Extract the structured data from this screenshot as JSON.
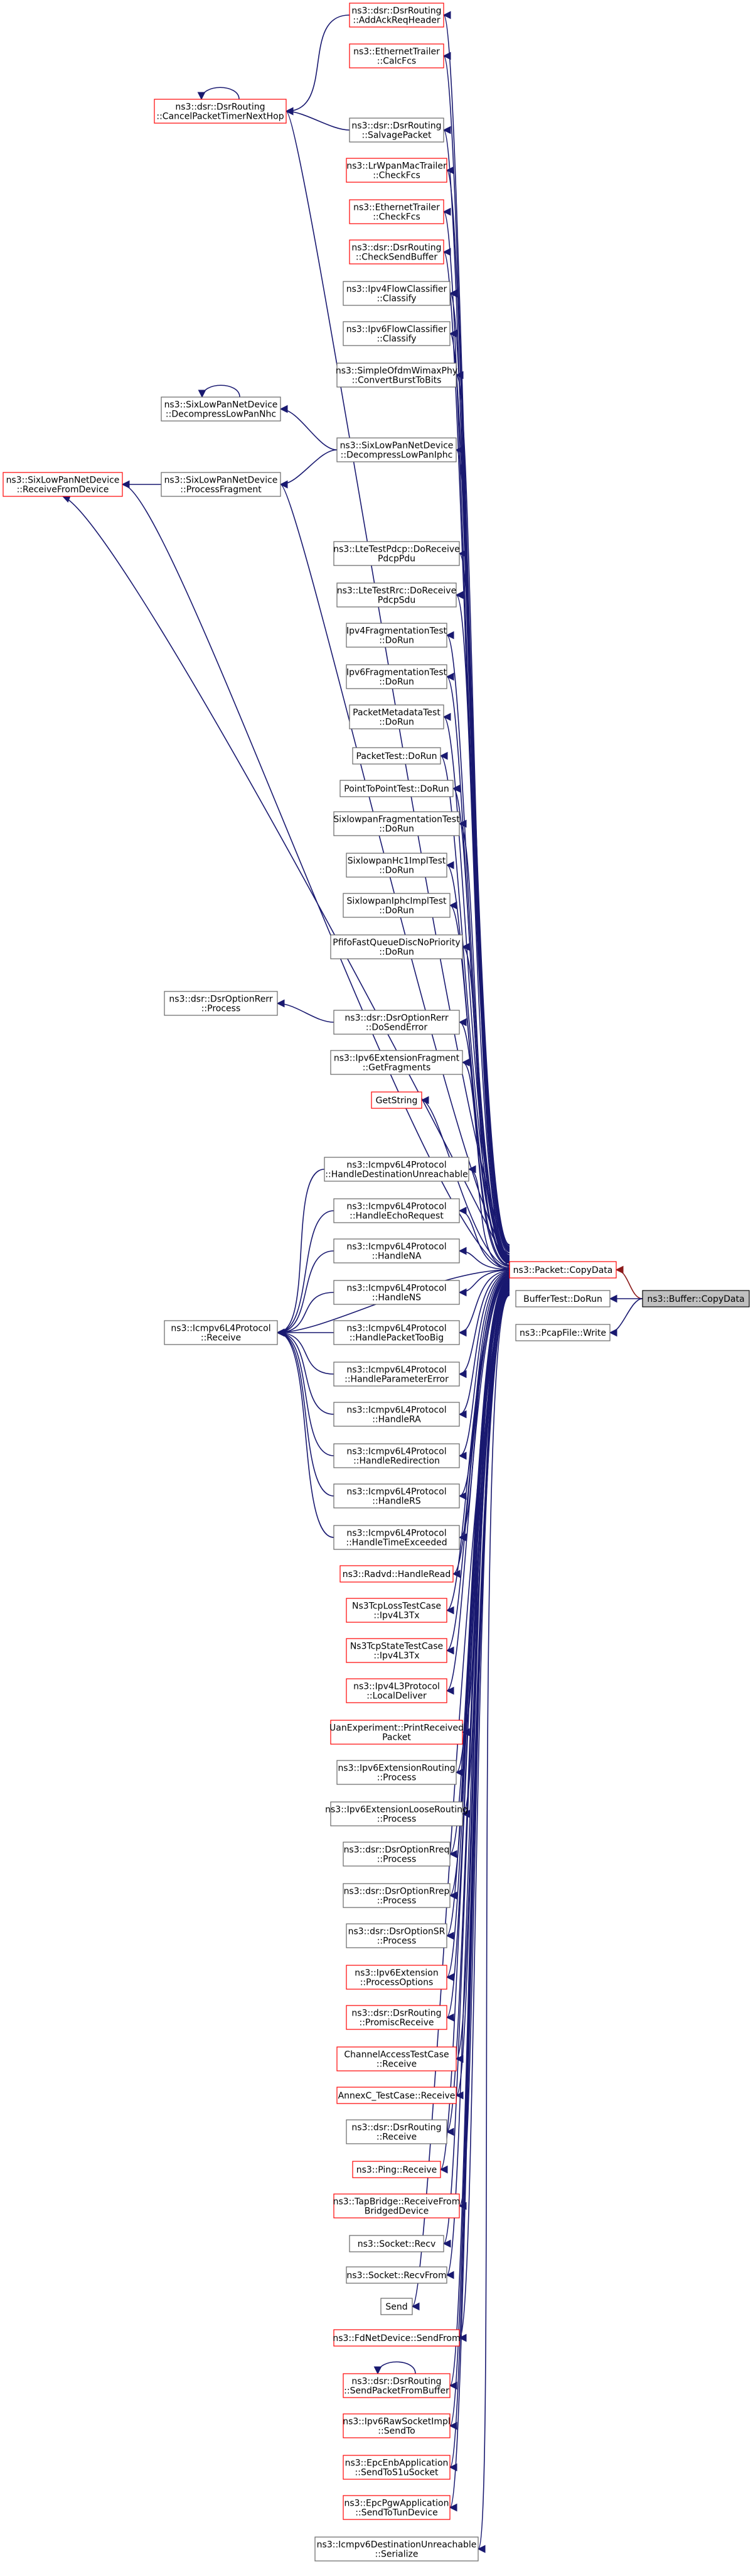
{
  "colors": {
    "edge": "#191970",
    "edge_red": "#8b1a1a",
    "border_default": "#666666",
    "border_red": "#ff0000",
    "highlight_fill": "#bfbfbf"
  },
  "nodes": {
    "n1": {
      "lines": [
        "ns3::dsr::DsrRouting",
        "::AddAckReqHeader"
      ],
      "style": "red"
    },
    "n2": {
      "lines": [
        "ns3::EthernetTrailer",
        "::CalcFcs"
      ],
      "style": "red"
    },
    "n3": {
      "lines": [
        "ns3::dsr::DsrRouting",
        "::CancelPacketTimerNextHop"
      ],
      "style": "red"
    },
    "n4": {
      "lines": [
        "ns3::dsr::DsrRouting",
        "::SalvagePacket"
      ],
      "style": "default"
    },
    "n5": {
      "lines": [
        "ns3::LrWpanMacTrailer",
        "::CheckFcs"
      ],
      "style": "red"
    },
    "n6": {
      "lines": [
        "ns3::EthernetTrailer",
        "::CheckFcs"
      ],
      "style": "red"
    },
    "n7": {
      "lines": [
        "ns3::dsr::DsrRouting",
        "::CheckSendBuffer"
      ],
      "style": "red"
    },
    "n8": {
      "lines": [
        "ns3::Ipv4FlowClassifier",
        "::Classify"
      ],
      "style": "default"
    },
    "n9": {
      "lines": [
        "ns3::Ipv6FlowClassifier",
        "::Classify"
      ],
      "style": "default"
    },
    "n10": {
      "lines": [
        "ns3::SimpleOfdmWimaxPhy",
        "::ConvertBurstToBits"
      ],
      "style": "default"
    },
    "n11": {
      "lines": [
        "ns3::SixLowPanNetDevice",
        "::DecompressLowPanNhc"
      ],
      "style": "default"
    },
    "n12": {
      "lines": [
        "ns3::SixLowPanNetDevice",
        "::DecompressLowPanIphc"
      ],
      "style": "default"
    },
    "n13": {
      "lines": [
        "ns3::SixLowPanNetDevice",
        "::ReceiveFromDevice"
      ],
      "style": "red"
    },
    "n14": {
      "lines": [
        "ns3::SixLowPanNetDevice",
        "::ProcessFragment"
      ],
      "style": "default"
    },
    "n15": {
      "lines": [
        "ns3::LteTestPdcp::DoReceive",
        "PdcpPdu"
      ],
      "style": "default"
    },
    "n16": {
      "lines": [
        "ns3::LteTestRrc::DoReceive",
        "PdcpSdu"
      ],
      "style": "default"
    },
    "n17": {
      "lines": [
        "Ipv4FragmentationTest",
        "::DoRun"
      ],
      "style": "default"
    },
    "n18": {
      "lines": [
        "Ipv6FragmentationTest",
        "::DoRun"
      ],
      "style": "default"
    },
    "n19": {
      "lines": [
        "PacketMetadataTest",
        "::DoRun"
      ],
      "style": "default"
    },
    "n20": {
      "lines": [
        "PacketTest::DoRun"
      ],
      "style": "default"
    },
    "n21": {
      "lines": [
        "PointToPointTest::DoRun"
      ],
      "style": "default"
    },
    "n22": {
      "lines": [
        "SixlowpanFragmentationTest",
        "::DoRun"
      ],
      "style": "default"
    },
    "n23": {
      "lines": [
        "SixlowpanHc1ImplTest",
        "::DoRun"
      ],
      "style": "default"
    },
    "n24": {
      "lines": [
        "SixlowpanIphcImplTest",
        "::DoRun"
      ],
      "style": "default"
    },
    "n25": {
      "lines": [
        "PfifoFastQueueDiscNoPriority",
        "::DoRun"
      ],
      "style": "default"
    },
    "n26": {
      "lines": [
        "ns3::dsr::DsrOptionRerr",
        "::Process"
      ],
      "style": "default"
    },
    "n27": {
      "lines": [
        "ns3::dsr::DsrOptionRerr",
        "::DoSendError"
      ],
      "style": "default"
    },
    "n28": {
      "lines": [
        "ns3::Ipv6ExtensionFragment",
        "::GetFragments"
      ],
      "style": "default"
    },
    "n29": {
      "lines": [
        "GetString"
      ],
      "style": "red"
    },
    "n30": {
      "lines": [
        "ns3::Icmpv6L4Protocol",
        "::HandleDestinationUnreachable"
      ],
      "style": "default"
    },
    "n31": {
      "lines": [
        "ns3::Icmpv6L4Protocol",
        "::HandleEchoRequest"
      ],
      "style": "default"
    },
    "n32": {
      "lines": [
        "ns3::Icmpv6L4Protocol",
        "::HandleNA"
      ],
      "style": "default"
    },
    "n33": {
      "lines": [
        "ns3::Icmpv6L4Protocol",
        "::HandleNS"
      ],
      "style": "default"
    },
    "n34": {
      "lines": [
        "ns3::Icmpv6L4Protocol",
        "::HandlePacketTooBig"
      ],
      "style": "default"
    },
    "n35": {
      "lines": [
        "ns3::Icmpv6L4Protocol",
        "::HandleParameterError"
      ],
      "style": "default"
    },
    "n36": {
      "lines": [
        "ns3::Icmpv6L4Protocol",
        "::HandleRA"
      ],
      "style": "default"
    },
    "n37": {
      "lines": [
        "ns3::Icmpv6L4Protocol",
        "::HandleRedirection"
      ],
      "style": "default"
    },
    "n38": {
      "lines": [
        "ns3::Icmpv6L4Protocol",
        "::HandleRS"
      ],
      "style": "default"
    },
    "n39": {
      "lines": [
        "ns3::Icmpv6L4Protocol",
        "::HandleTimeExceeded"
      ],
      "style": "default"
    },
    "n40": {
      "lines": [
        "ns3::Icmpv6L4Protocol",
        "::Receive"
      ],
      "style": "default"
    },
    "n41": {
      "lines": [
        "ns3::Radvd::HandleRead"
      ],
      "style": "red"
    },
    "n42": {
      "lines": [
        "Ns3TcpLossTestCase",
        "::Ipv4L3Tx"
      ],
      "style": "red"
    },
    "n43": {
      "lines": [
        "Ns3TcpStateTestCase",
        "::Ipv4L3Tx"
      ],
      "style": "red"
    },
    "n44": {
      "lines": [
        "ns3::Ipv4L3Protocol",
        "::LocalDeliver"
      ],
      "style": "red"
    },
    "n45": {
      "lines": [
        "UanExperiment::PrintReceived",
        "Packet"
      ],
      "style": "red"
    },
    "n46": {
      "lines": [
        "ns3::Ipv6ExtensionRouting",
        "::Process"
      ],
      "style": "default"
    },
    "n47": {
      "lines": [
        "ns3::Ipv6ExtensionLooseRouting",
        "::Process"
      ],
      "style": "default"
    },
    "n48": {
      "lines": [
        "ns3::dsr::DsrOptionRreq",
        "::Process"
      ],
      "style": "default"
    },
    "n49": {
      "lines": [
        "ns3::dsr::DsrOptionRrep",
        "::Process"
      ],
      "style": "default"
    },
    "n50": {
      "lines": [
        "ns3::dsr::DsrOptionSR",
        "::Process"
      ],
      "style": "default"
    },
    "n51": {
      "lines": [
        "ns3::Ipv6Extension",
        "::ProcessOptions"
      ],
      "style": "red"
    },
    "n52": {
      "lines": [
        "ns3::dsr::DsrRouting",
        "::PromiscReceive"
      ],
      "style": "red"
    },
    "n53": {
      "lines": [
        "ChannelAccessTestCase",
        "::Receive"
      ],
      "style": "red"
    },
    "n54": {
      "lines": [
        "AnnexC_TestCase::Receive"
      ],
      "style": "red"
    },
    "n55": {
      "lines": [
        "ns3::dsr::DsrRouting",
        "::Receive"
      ],
      "style": "default"
    },
    "n56": {
      "lines": [
        "ns3::Ping::Receive"
      ],
      "style": "red"
    },
    "n57": {
      "lines": [
        "ns3::TapBridge::ReceiveFrom",
        "BridgedDevice"
      ],
      "style": "red"
    },
    "n58": {
      "lines": [
        "ns3::Socket::Recv"
      ],
      "style": "default"
    },
    "n59": {
      "lines": [
        "ns3::Socket::RecvFrom"
      ],
      "style": "default"
    },
    "n60": {
      "lines": [
        "Send"
      ],
      "style": "default"
    },
    "n61": {
      "lines": [
        "ns3::FdNetDevice::SendFrom"
      ],
      "style": "red"
    },
    "n62": {
      "lines": [
        "ns3::dsr::DsrRouting",
        "::SendPacketFromBuffer"
      ],
      "style": "red"
    },
    "n63": {
      "lines": [
        "ns3::Ipv6RawSocketImpl",
        "::SendTo"
      ],
      "style": "red"
    },
    "n64": {
      "lines": [
        "ns3::EpcEnbApplication",
        "::SendToS1uSocket"
      ],
      "style": "red"
    },
    "n65": {
      "lines": [
        "ns3::EpcPgwApplication",
        "::SendToTunDevice"
      ],
      "style": "red"
    },
    "n66": {
      "lines": [
        "ns3::Icmpv6DestinationUnreachable",
        "::Serialize"
      ],
      "style": "default"
    },
    "pc": {
      "lines": [
        "ns3::Packet::CopyData"
      ],
      "style": "red"
    },
    "bt": {
      "lines": [
        "BufferTest::DoRun"
      ],
      "style": "default"
    },
    "pw": {
      "lines": [
        "ns3::PcapFile::Write"
      ],
      "style": "default"
    },
    "bc": {
      "lines": [
        "ns3::Buffer::CopyData"
      ],
      "style": "gray"
    }
  }
}
